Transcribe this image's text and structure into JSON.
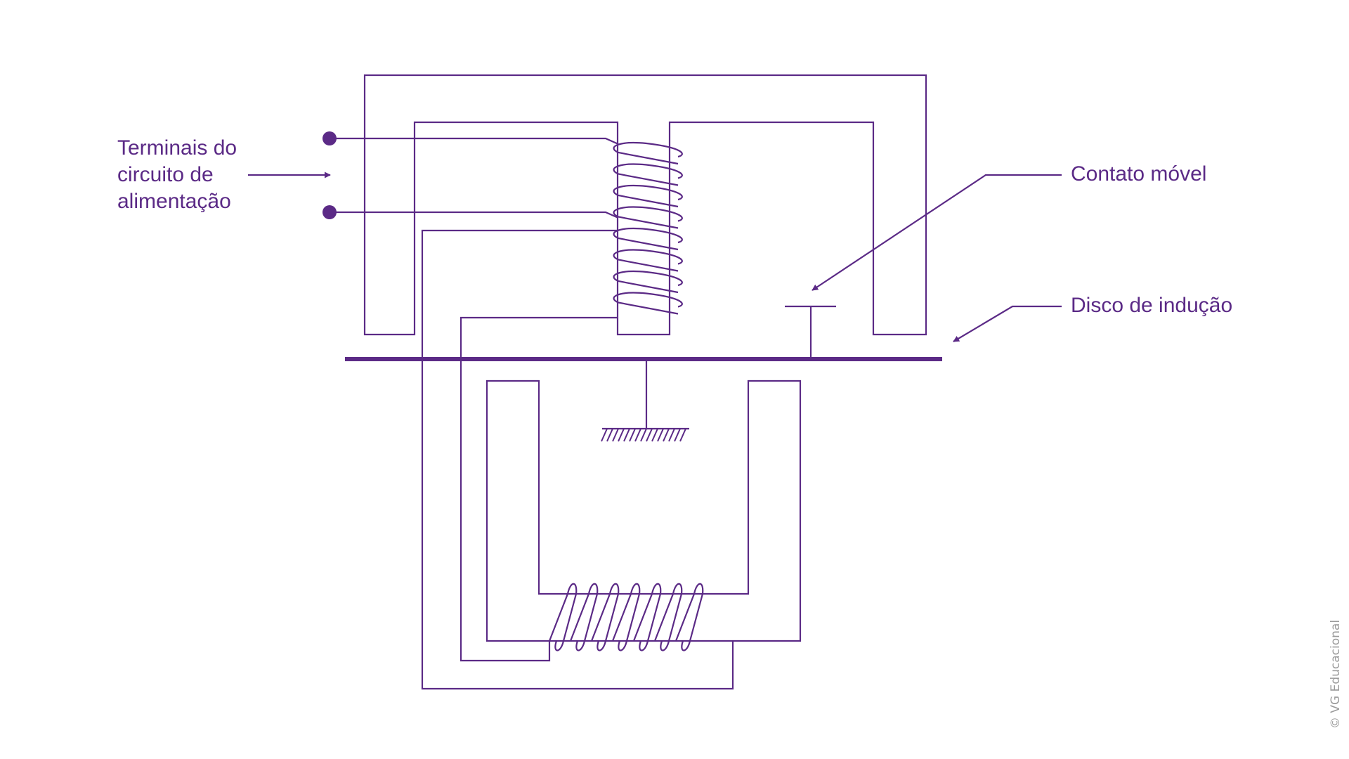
{
  "labels": {
    "terminals": [
      "Terminais do",
      "circuito de",
      "alimentação"
    ],
    "moving_contact": "Contato móvel",
    "induction_disk": "Disco de indução"
  },
  "copyright": "© VG Educacional",
  "colors": {
    "stroke": "#5b2a86",
    "copyright": "#9a9a9a",
    "background": "#ffffff"
  }
}
